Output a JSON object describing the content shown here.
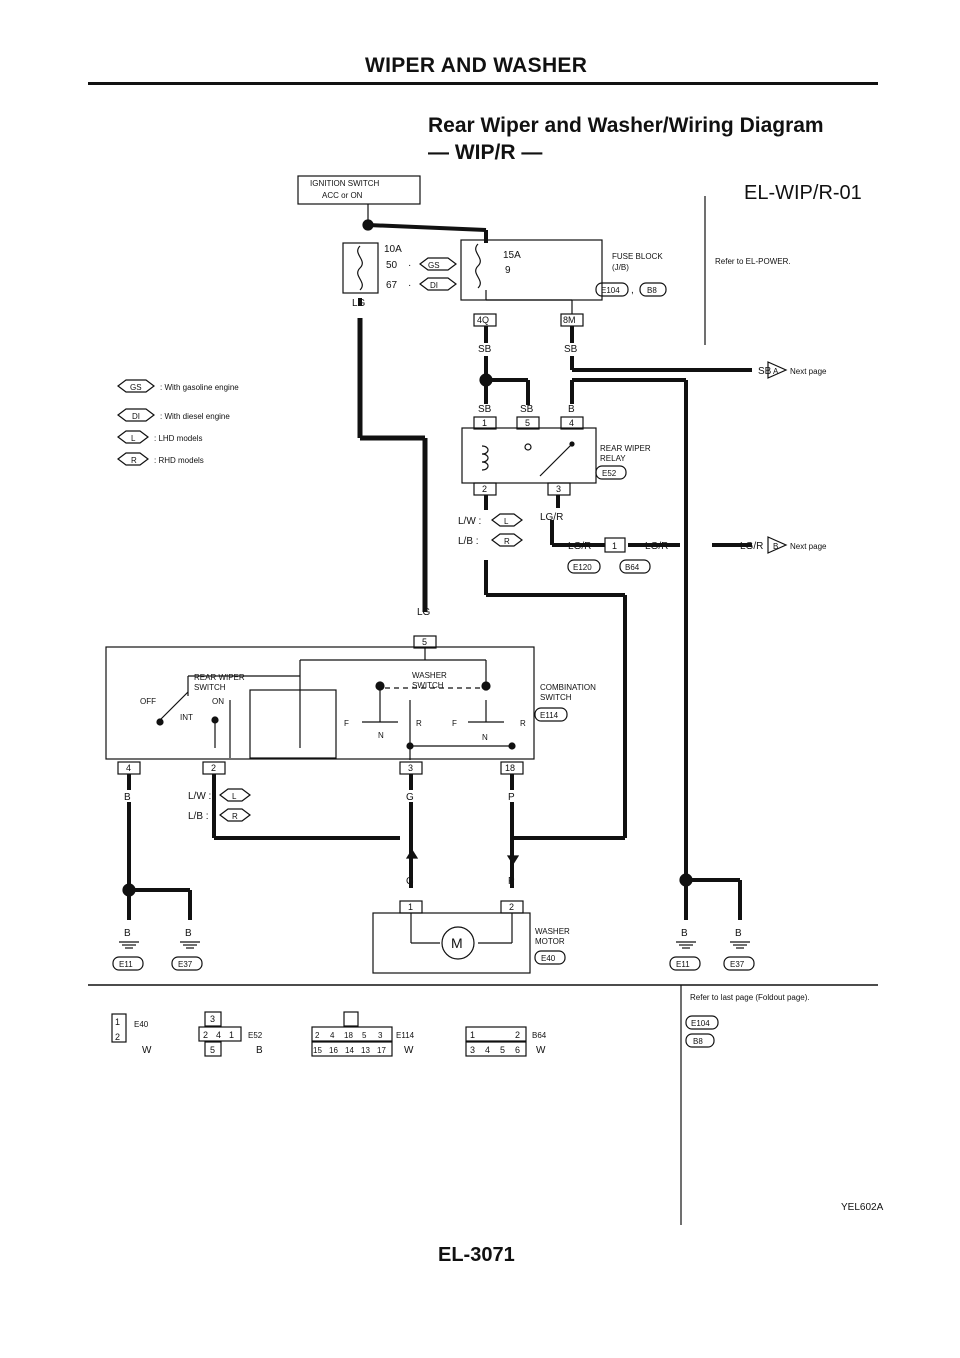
{
  "header": {
    "section": "WIPER AND WASHER"
  },
  "title": {
    "line1": "Rear Wiper and Washer/Wiring Diagram",
    "line2": "— WIP/R —"
  },
  "diagram_code": "EL-WIP/R-01",
  "power": {
    "ignition_l1": "IGNITION SWITCH",
    "ignition_l2": "ACC or ON",
    "fuse1_amp": "10A",
    "fuse1_n1": "50",
    "fuse1_n2": "67",
    "fuse2_amp": "15A",
    "fuse2_n": "9",
    "fuse_block_l1": "FUSE BLOCK",
    "fuse_block_l2": "(J/B)",
    "fuse_conn1": "E104",
    "fuse_conn2": "B8",
    "sep": "·",
    "comma": ",",
    "refer": "Refer to EL-POWER.",
    "t40": "4Q",
    "t8m": "8M"
  },
  "conditions": {
    "gs_tag": "GS",
    "gs_text": ": With gasoline engine",
    "di_tag": "DI",
    "di_text": ": With diesel engine",
    "l_tag": "L",
    "l_text": ": LHD models",
    "r_tag": "R",
    "r_text": ": RHD models",
    "lw": "L/W :",
    "lb": "L/B :"
  },
  "wires": {
    "lg": "LG",
    "sb": "SB",
    "b": "B",
    "lgr": "LG/R",
    "g": "G",
    "p": "P"
  },
  "relay": {
    "l1": "REAR WIPER",
    "l2": "RELAY",
    "conn": "E52",
    "t1": "1",
    "t5": "5",
    "t4": "4",
    "t2": "2",
    "t3": "3"
  },
  "junction": {
    "conn_pin": "1",
    "c1": "E120",
    "c2": "B64"
  },
  "next_page": {
    "a_tag": "A",
    "b_tag": "B",
    "label": "Next page"
  },
  "combo": {
    "rw_l1": "REAR WIPER",
    "rw_l2": "SWITCH",
    "off": "OFF",
    "on": "ON",
    "int": "INT",
    "ws_l1": "WASHER",
    "ws_l2": "SWITCH",
    "f": "F",
    "r": "R",
    "n": "N",
    "l1": "COMBINATION",
    "l2": "SWITCH",
    "conn": "E114",
    "t5": "5",
    "t4": "4",
    "t2": "2",
    "t3": "3",
    "t18": "18"
  },
  "motor": {
    "l1": "WASHER",
    "l2": "MOTOR",
    "conn": "E40",
    "m": "M",
    "t1": "1",
    "t2": "2"
  },
  "grounds": {
    "e11": "E11",
    "e37": "E37"
  },
  "connectors": {
    "c1": {
      "id": "E40",
      "color": "W",
      "pins_top": [
        "1"
      ],
      "pins_bot": [
        "2"
      ]
    },
    "c2": {
      "id": "E52",
      "color": "B",
      "pins_top": [
        "3"
      ],
      "pins_mid": [
        "2",
        "4",
        "1"
      ],
      "pins_bot": [
        "5"
      ]
    },
    "c3": {
      "id": "E114",
      "color": "W",
      "pins_top": [
        "2",
        "4",
        "18",
        "5",
        "3"
      ],
      "pins_bot": [
        "15",
        "16",
        "14",
        "13",
        "17"
      ]
    },
    "c4": {
      "id": "B64",
      "color": "W",
      "pins_top": [
        "1",
        "2"
      ],
      "pins_bot": [
        "3",
        "4",
        "5",
        "6"
      ]
    },
    "refer_last": "Refer to last page (Foldout page).",
    "ref1": "E104",
    "ref2": "B8"
  },
  "footer": {
    "page": "EL-3071",
    "code": "YEL602A"
  }
}
